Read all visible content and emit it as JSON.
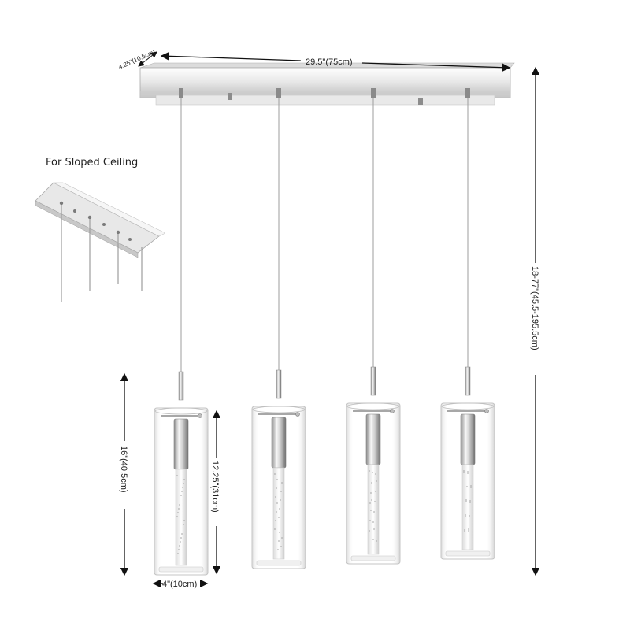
{
  "labels": {
    "sloped_ceiling": "For Sloped Ceiling",
    "canopy_depth": "4.25\"(10.5cm)",
    "canopy_width": "29.5\"(75cm)",
    "overall_height": "18-77\"(45.5-195.5cm)",
    "pendant_height": "16\"(40.5cm)",
    "shade_height": "12.25\"(31cm)",
    "shade_diameter": "4\"(10cm)"
  },
  "product": {
    "pendant_count": 4,
    "colors": {
      "chrome_light": "#f4f4f4",
      "chrome_dark": "#9a9a9a",
      "glass_edge": "#c9c9c9",
      "cable": "#9d9d9d",
      "dimension_line": "#111111"
    }
  }
}
